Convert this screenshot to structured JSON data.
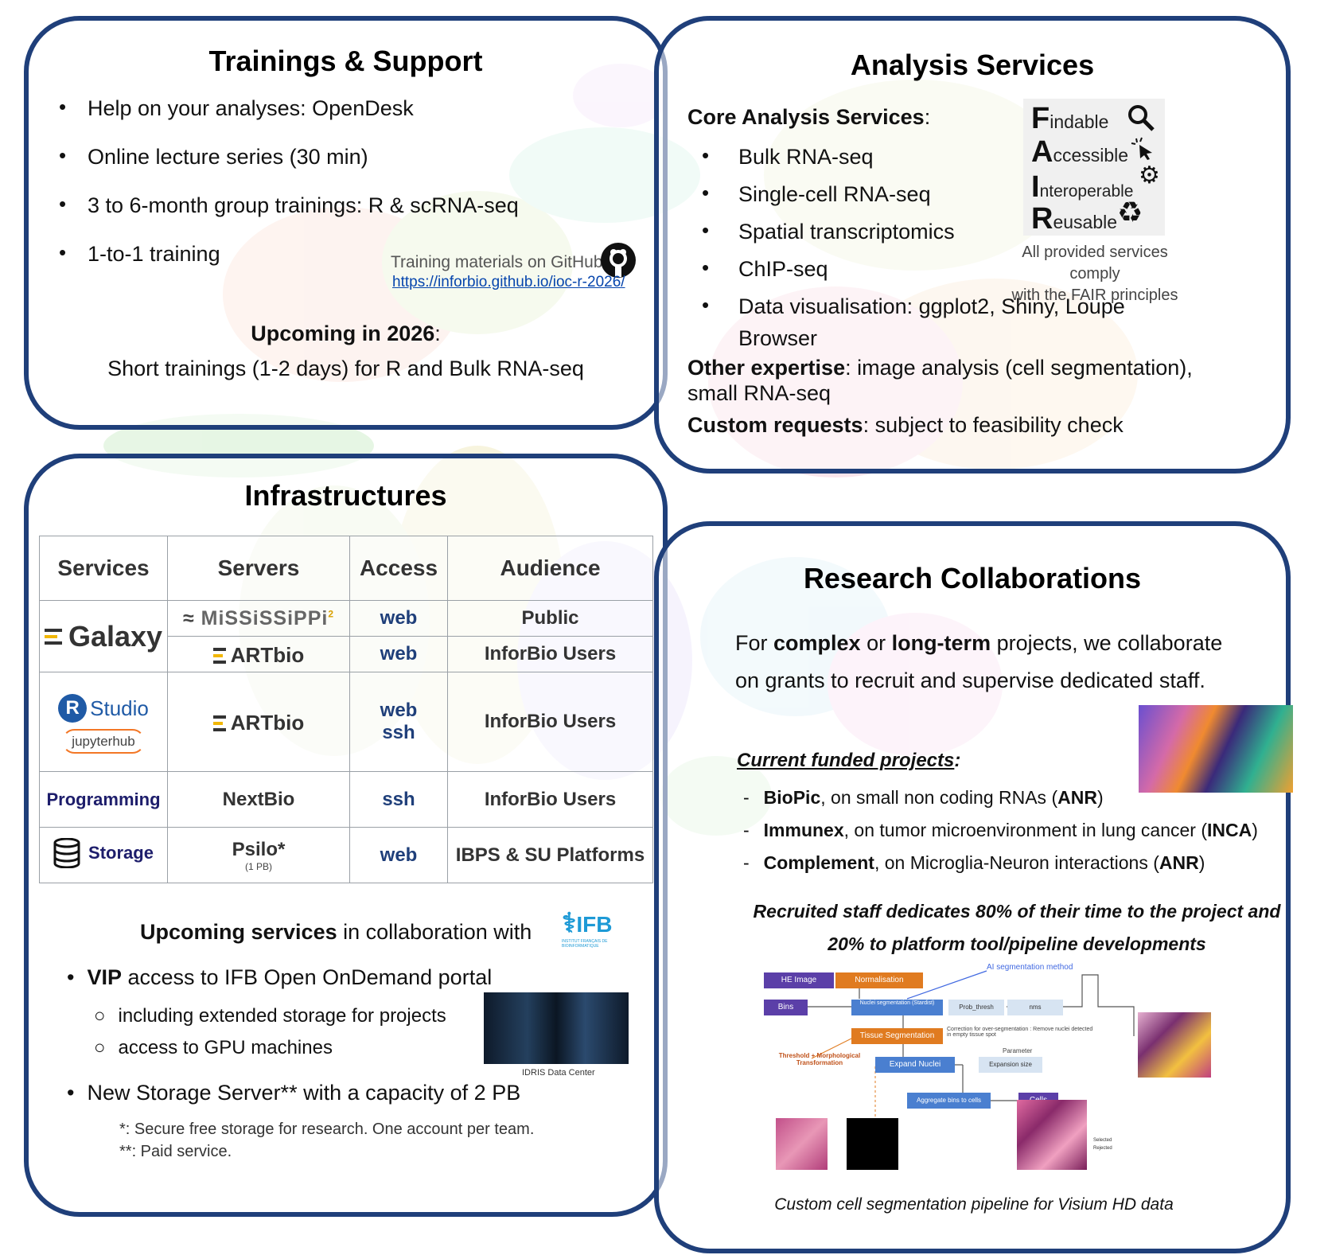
{
  "trainings": {
    "title": "Trainings & Support",
    "items": [
      "Help on your analyses: OpenDesk",
      "Online lecture series (30 min)",
      "3 to 6-month group trainings: R & scRNA-seq",
      "1-to-1 training"
    ],
    "github_label": "Training materials on GitHub",
    "github_url": "https://inforbio.github.io/ioc-r-2026/",
    "upcoming_heading": "Upcoming in 2026",
    "upcoming_colon": ":",
    "upcoming_text": "Short trainings (1-2 days) for R and Bulk RNA-seq"
  },
  "analysis": {
    "title": "Analysis Services",
    "core_heading": "Core Analysis Services",
    "core_colon": ":",
    "core_items": [
      "Bulk RNA-seq",
      "Single-cell RNA-seq",
      "Spatial transcriptomics",
      "ChIP-seq",
      "Data visualisation: ggplot2, Shiny, Loupe"
    ],
    "core_item_cont": "Browser",
    "other_heading": "Other expertise",
    "other_text": ": image analysis (cell segmentation),",
    "other_text2": "small RNA-seq",
    "custom_heading": "Custom requests",
    "custom_text": ": subject to feasibility check",
    "fair": {
      "findable_initial": "F",
      "findable_rest": "indable",
      "accessible_initial": "A",
      "accessible_rest": "ccessible",
      "interoperable_initial": "I",
      "interoperable_rest": "nteroperable",
      "reusable_initial": "R",
      "reusable_rest": "eusable",
      "caption_line1": "All provided services comply",
      "caption_line2": "with the FAIR principles"
    }
  },
  "infra": {
    "title": "Infrastructures",
    "headers": [
      "Services",
      "Servers",
      "Access",
      "Audience"
    ],
    "galaxy_label": "Galaxy",
    "mississippi_label": "MiSSiSSiPPi",
    "mississippi_sup": "2",
    "artbio_label": "ARTbio",
    "rstudio_r": "R",
    "rstudio_label": "Studio",
    "jupyter_label": "jupyterhub",
    "programming_label": "Programming",
    "storage_label": "Storage",
    "rows": [
      {
        "access": "web",
        "audience": "Public"
      },
      {
        "access": "web",
        "audience": "InforBio Users"
      },
      {
        "access": "web",
        "access2": "ssh",
        "audience": "InforBio Users"
      },
      {
        "server": "NextBio",
        "access": "ssh",
        "audience": "InforBio Users"
      },
      {
        "server": "Psilo*",
        "server_sub": "(1 PB)",
        "access": "web",
        "audience": "IBPS & SU Platforms"
      }
    ],
    "upcoming_bold": "Upcoming services",
    "upcoming_rest": " in collaboration with",
    "ifb_label": "IFB",
    "ifb_sub": "INSTITUT FRANÇAIS DE BIOINFORMATIQUE",
    "vip_bold": "VIP",
    "vip_rest": " access to IFB Open OnDemand portal",
    "sub_items": [
      "including extended storage for projects",
      "access to GPU machines"
    ],
    "idris_caption": "IDRIS Data Center",
    "storage_item": "New Storage Server** with a capacity of 2 PB",
    "footnote1": "*: Secure free storage for research.  One account per team.",
    "footnote2": "**: Paid service."
  },
  "research": {
    "title": "Research Collaborations",
    "intro_a": "For ",
    "intro_b": "complex",
    "intro_c": " or ",
    "intro_d": "long-term",
    "intro_e": " projects, we collaborate",
    "intro_line2": "on grants to recruit and supervise dedicated staff.",
    "projects_heading": "Current funded projects",
    "projects_colon": ":",
    "projects": [
      {
        "name": "BioPic",
        "desc": ", on small non coding RNAs (",
        "funder": "ANR",
        "end": ")"
      },
      {
        "name": "Immunex",
        "desc": ", on tumor microenvironment in lung cancer (",
        "funder": "INCA",
        "end": ")"
      },
      {
        "name": "Complement",
        "desc": ", on Microglia-Neuron interactions (",
        "funder": "ANR",
        "end": ")"
      }
    ],
    "staff_line1": "Recruited staff dedicates 80% of their time to the project and",
    "staff_line2": "20% to platform tool/pipeline developments",
    "pipeline": {
      "he_image": "HE Image",
      "normalisation": "Normalisation",
      "ai_method": "AI segmentation method",
      "bins": "Bins",
      "nuclei_seg": "Nuclei segmentation (Stardist)",
      "prob_thresh": "Prob_thresh",
      "nms": "nms",
      "tissue_seg": "Tissue Segmentation",
      "correction": "Correction for over-segmentation : Remove nuclei detected in empty tissue spot",
      "threshold": "Threshold + Morphological Transformation",
      "parameter": "Parameter",
      "expand": "Expand Nuclei",
      "expansion_size": "Expansion size",
      "aggregate": "Aggregate bins to cells",
      "cells": "Cells",
      "selected": "Selected",
      "rejected": "Rejected"
    },
    "caption": "Custom cell segmentation pipeline for Visium HD data"
  }
}
